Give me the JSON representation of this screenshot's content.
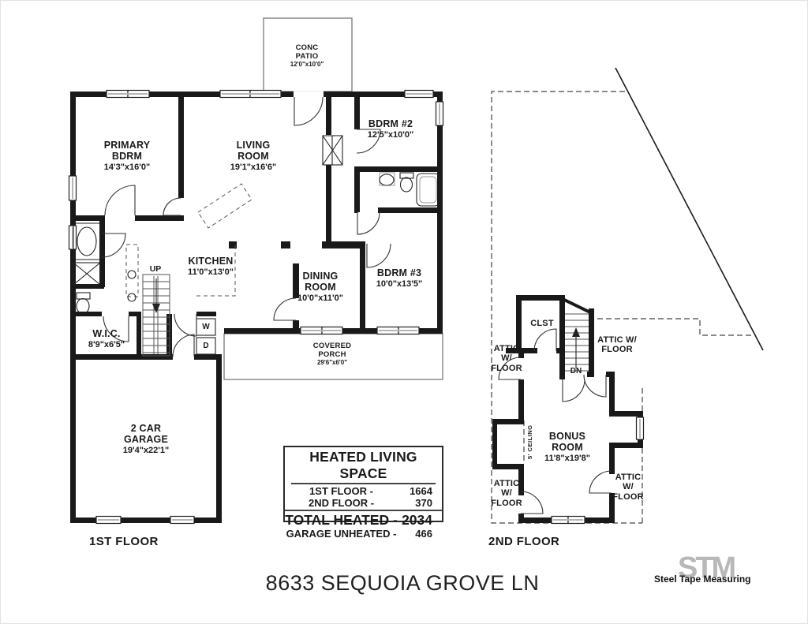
{
  "address": "8633 SEQUOIA GROVE LN",
  "floor_labels": {
    "first": "1ST FLOOR",
    "second": "2ND FLOOR"
  },
  "rooms": {
    "conc_patio": {
      "name": "CONC\nPATIO",
      "dims": "12'0\"x10'0\""
    },
    "primary_bdrm": {
      "name": "PRIMARY\nBDRM",
      "dims": "14'3\"x16'0\""
    },
    "living_room": {
      "name": "LIVING\nROOM",
      "dims": "19'1\"x16'6\""
    },
    "bdrm2": {
      "name": "BDRM #2",
      "dims": "12'5\"x10'0\""
    },
    "kitchen": {
      "name": "KITCHEN",
      "dims": "11'0\"x13'0\""
    },
    "dining_room": {
      "name": "DINING\nROOM",
      "dims": "10'0\"x11'0\""
    },
    "bdrm3": {
      "name": "BDRM #3",
      "dims": "10'0\"x13'5\""
    },
    "wic": {
      "name": "W.I.C.",
      "dims": "8'9\"x6'5\""
    },
    "garage": {
      "name": "2 CAR\nGARAGE",
      "dims": "19'4\"x22'1\""
    },
    "covered_porch": {
      "name": "COVERED\nPORCH",
      "dims": "29'6\"x6'0\""
    },
    "bonus_room": {
      "name": "BONUS\nROOM",
      "dims": "11'8\"x19'8\""
    },
    "clst": {
      "name": "CLST"
    },
    "attic_upper_left": {
      "name": "ATTIC\nW/\nFLOOR"
    },
    "attic_upper_right": {
      "name": "ATTIC W/\nFLOOR"
    },
    "attic_lower_left": {
      "name": "ATTIC\nW/\nFLOOR"
    },
    "attic_lower_right": {
      "name": "ATTIC\nW/\nFLOOR"
    }
  },
  "annotations": {
    "up": "UP",
    "down": "DN",
    "washer": "W",
    "dryer": "D",
    "ceiling_note": "5' CEILING"
  },
  "area_table": {
    "title": "HEATED LIVING SPACE",
    "rows": [
      {
        "label": "1ST FLOOR -",
        "value": "1664"
      },
      {
        "label": "2ND FLOOR -",
        "value": "370"
      }
    ],
    "total": {
      "label": "TOTAL HEATED -",
      "value": "2034"
    },
    "garage": {
      "label": "GARAGE UNHEATED -",
      "value": "466"
    }
  },
  "logo": {
    "watermark": "STM",
    "text": "Steel Tape Measuring"
  },
  "colors": {
    "wall": "#1a1a1a",
    "dash": "#444444",
    "watermark_gray": "#b8b8b8"
  }
}
